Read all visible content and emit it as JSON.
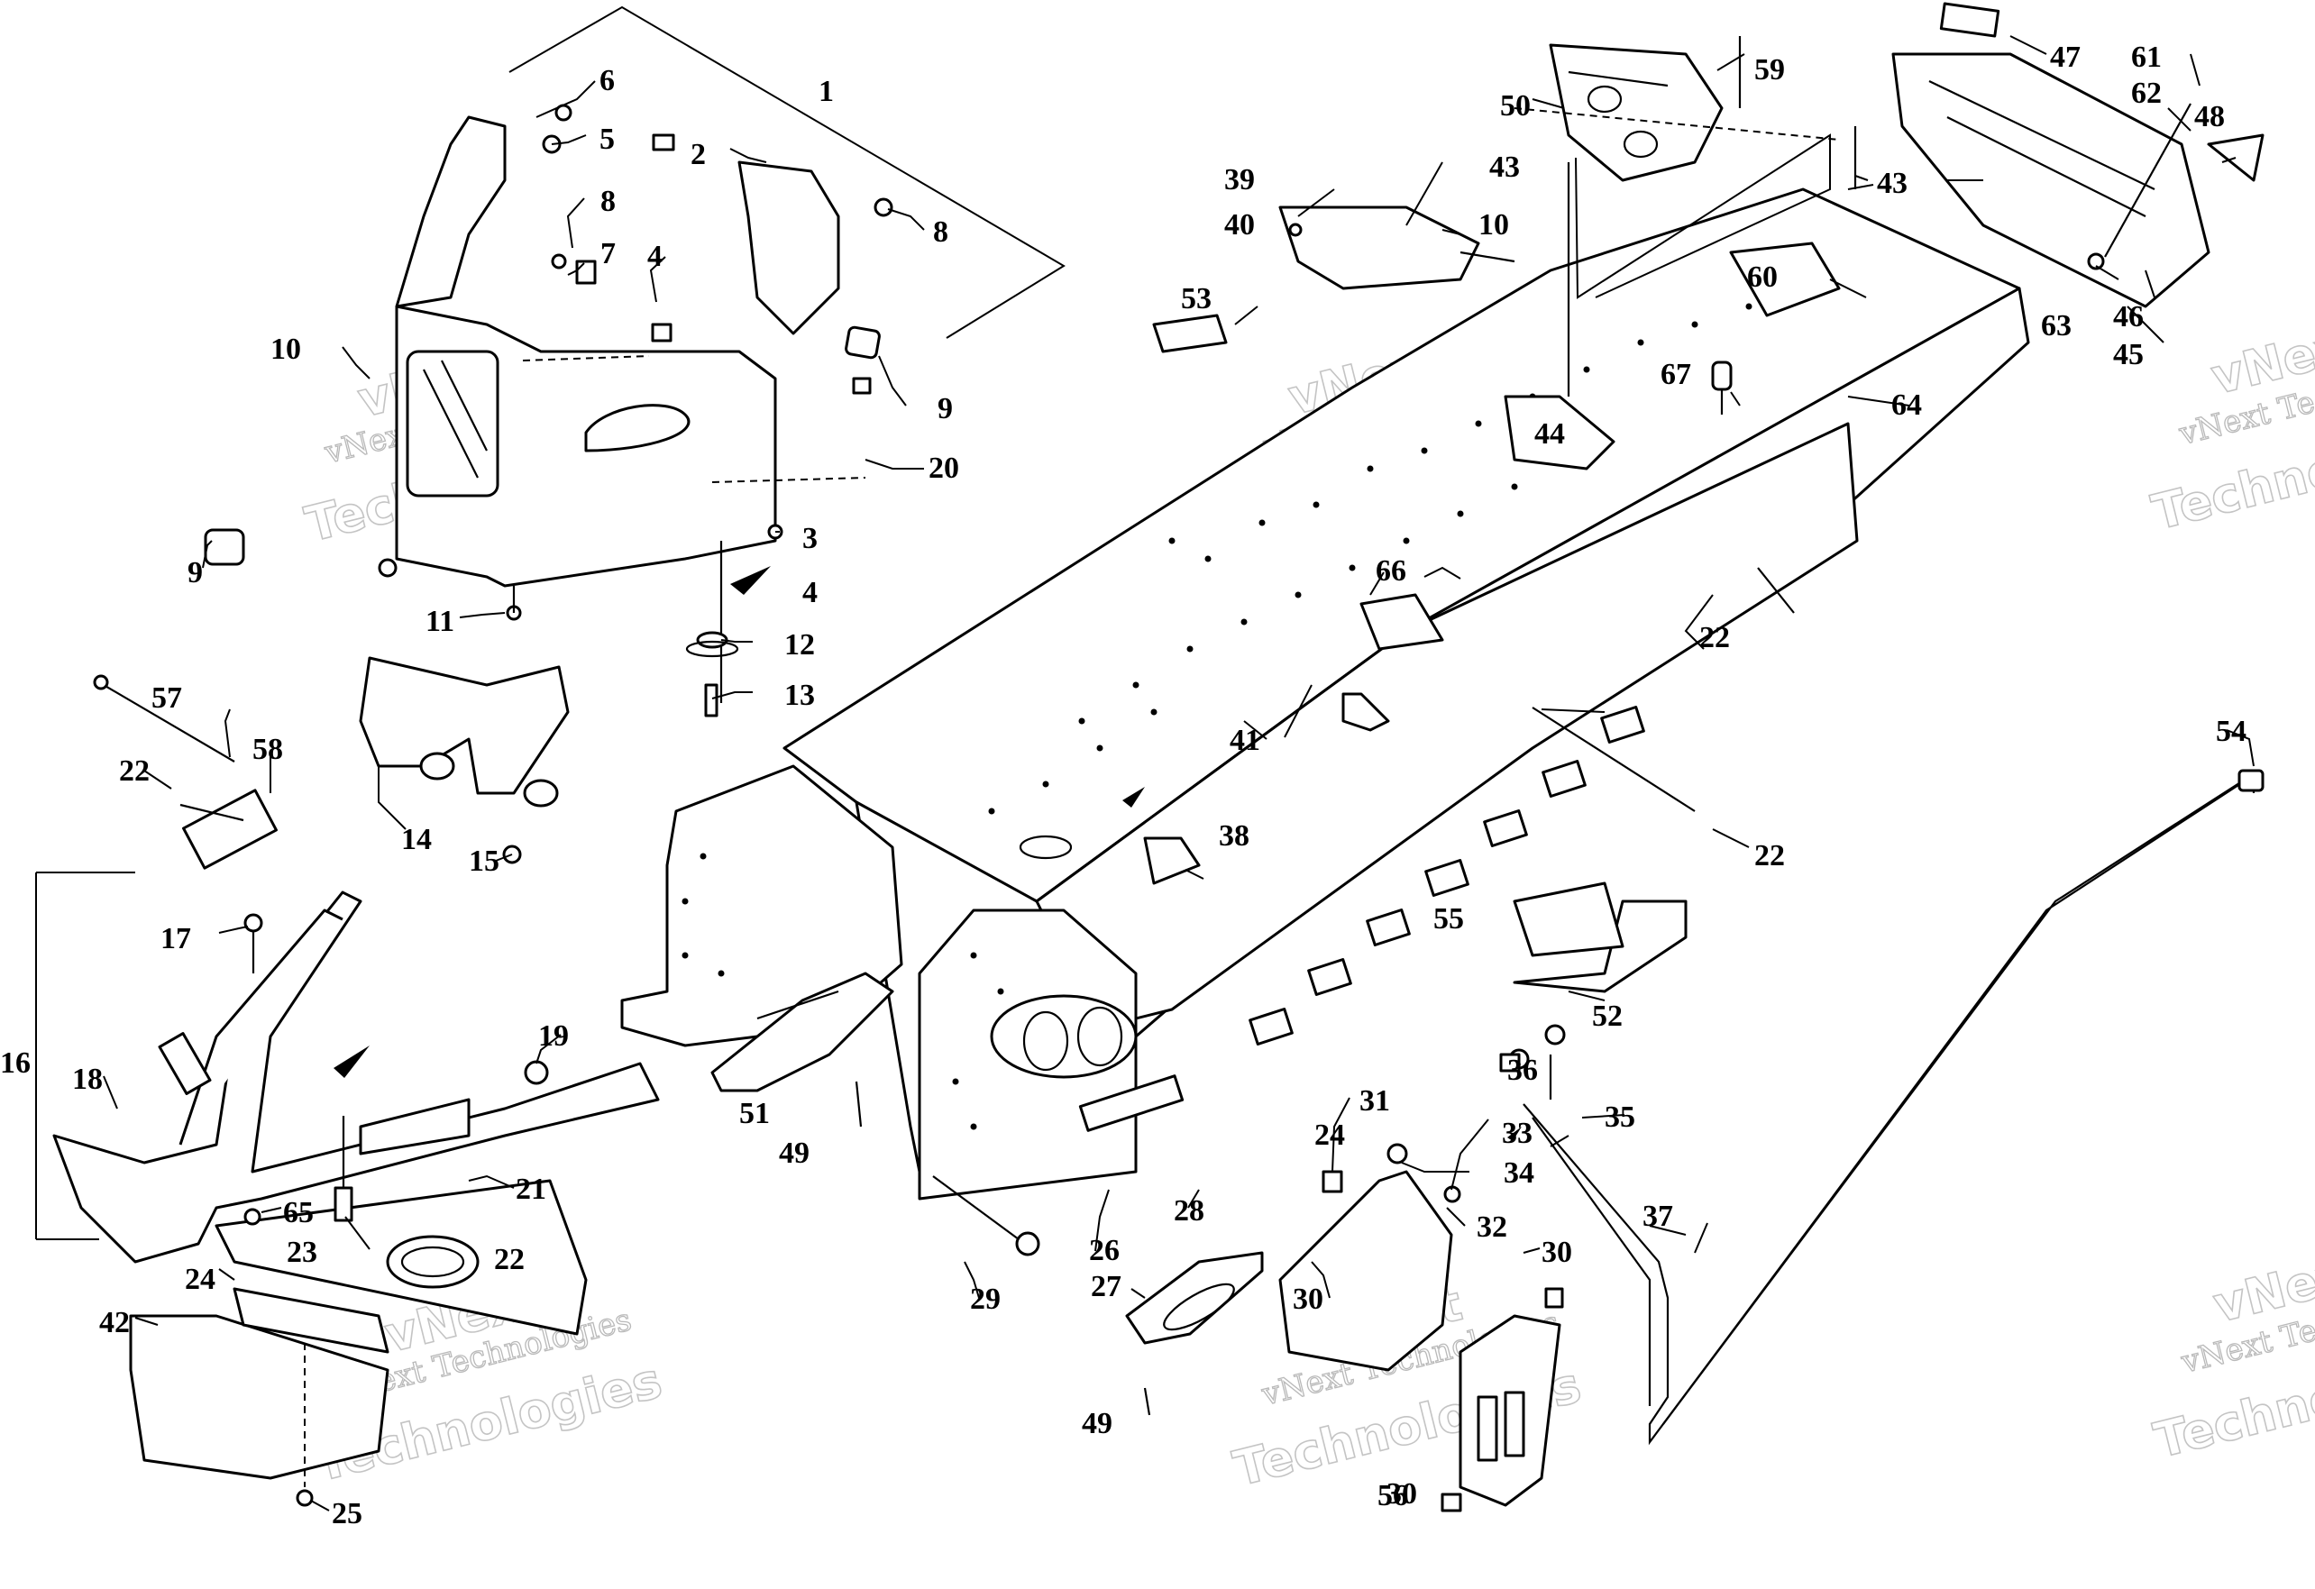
{
  "watermark": {
    "line1": "vNext",
    "line2": "vNext Technologies",
    "line3": "Technologies"
  },
  "callouts": [
    "1",
    "2",
    "3",
    "4",
    "4",
    "5",
    "6",
    "7",
    "8",
    "8",
    "9",
    "9",
    "10",
    "10",
    "11",
    "12",
    "13",
    "14",
    "15",
    "16",
    "17",
    "18",
    "19",
    "20",
    "21",
    "22",
    "22",
    "22",
    "22",
    "23",
    "24",
    "24",
    "25",
    "26",
    "27",
    "28",
    "29",
    "30",
    "30",
    "30",
    "31",
    "32",
    "33",
    "34",
    "35",
    "36",
    "37",
    "38",
    "39",
    "40",
    "41",
    "42",
    "43",
    "43",
    "44",
    "45",
    "46",
    "47",
    "48",
    "49",
    "49",
    "50",
    "51",
    "52",
    "53",
    "54",
    "55",
    "56",
    "57",
    "58",
    "59",
    "60",
    "61",
    "62",
    "63",
    "64",
    "65",
    "66",
    "67"
  ]
}
